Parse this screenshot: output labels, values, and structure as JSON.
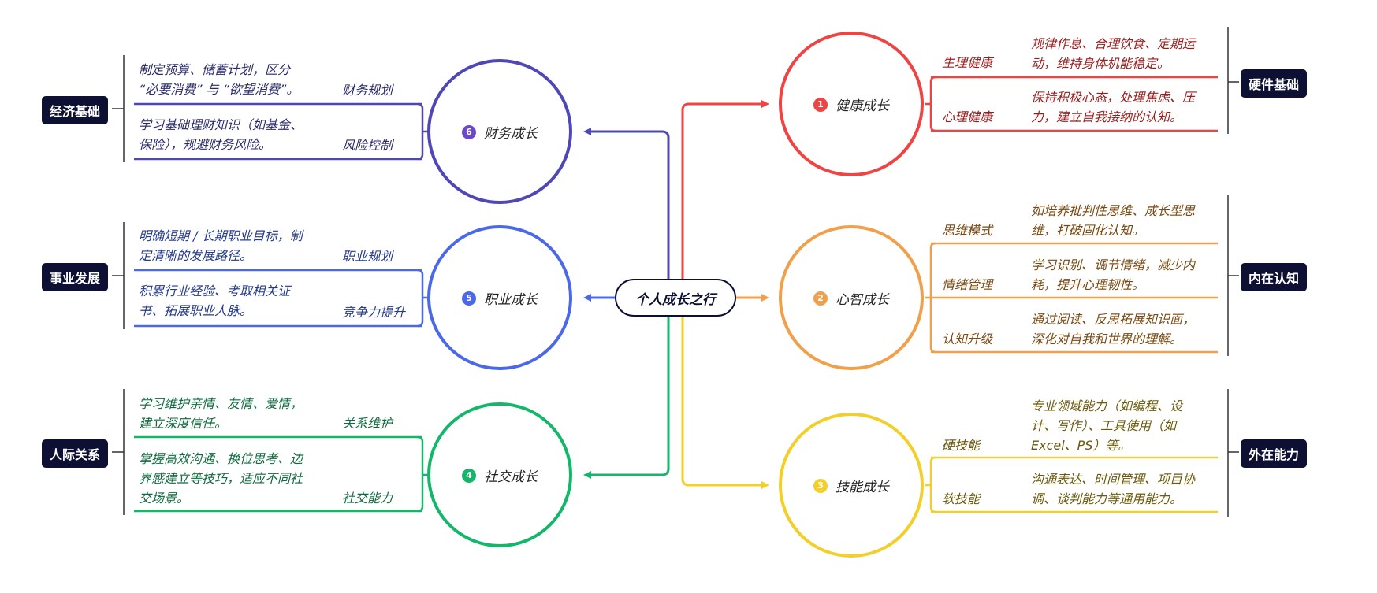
{
  "center": "个人成长之行",
  "colors": {
    "health": "#ef4444",
    "mind": "#f0a04a",
    "skill": "#f2cf2a",
    "social": "#12b76a",
    "career": "#4b68e8",
    "finance": "#4f47b5",
    "dark": "#0d1033"
  },
  "branches": {
    "health": {
      "num": "1",
      "label": "健康成长",
      "tag": "硬件基础",
      "items": [
        {
          "name": "生理健康",
          "desc": [
            "规律作息、合理饮食、定期运",
            "动，维持身体机能稳定。"
          ]
        },
        {
          "name": "心理健康",
          "desc": [
            "保持积极心态，处理焦虑、压",
            "力，建立自我接纳的认知。"
          ]
        }
      ]
    },
    "mind": {
      "num": "2",
      "label": "心智成长",
      "tag": "内在认知",
      "items": [
        {
          "name": "思维模式",
          "desc": [
            "如培养批判性思维、成长型思",
            "维，打破固化认知。"
          ]
        },
        {
          "name": "情绪管理",
          "desc": [
            "学习识别、调节情绪，减少内",
            "耗，提升心理韧性。"
          ]
        },
        {
          "name": "认知升级",
          "desc": [
            "通过阅读、反思拓展知识面，",
            "深化对自我和世界的理解。"
          ]
        }
      ]
    },
    "skill": {
      "num": "3",
      "label": "技能成长",
      "tag": "外在能力",
      "items": [
        {
          "name": "硬技能",
          "desc": [
            "专业领域能力（如编程、设",
            "计、写作）、工具使用（如",
            "Excel、PS）等。"
          ]
        },
        {
          "name": "软技能",
          "desc": [
            "沟通表达、时间管理、项目协",
            "调、谈判能力等通用能力。"
          ]
        }
      ]
    },
    "social": {
      "num": "4",
      "label": "社交成长",
      "tag": "人际关系",
      "items": [
        {
          "name": "关系维护",
          "desc": [
            "学习维护亲情、友情、爱情，",
            "建立深度信任。"
          ]
        },
        {
          "name": "社交能力",
          "desc": [
            "掌握高效沟通、换位思考、边",
            "界感建立等技巧，适应不同社",
            "交场景。"
          ]
        }
      ]
    },
    "career": {
      "num": "5",
      "label": "职业成长",
      "tag": "事业发展",
      "items": [
        {
          "name": "职业规划",
          "desc": [
            "明确短期 / 长期职业目标，制",
            "定清晰的发展路径。"
          ]
        },
        {
          "name": "竞争力提升",
          "desc": [
            "积累行业经验、考取相关证",
            "书、拓展职业人脉。"
          ]
        }
      ]
    },
    "finance": {
      "num": "6",
      "label": "财务成长",
      "tag": "经济基础",
      "items": [
        {
          "name": "财务规划",
          "desc": [
            "制定预算、储蓄计划，区分",
            "“必要消费” 与 “欲望消费”。"
          ]
        },
        {
          "name": "风险控制",
          "desc": [
            "学习基础理财知识（如基金、",
            "保险），规避财务风险。"
          ]
        }
      ]
    }
  }
}
